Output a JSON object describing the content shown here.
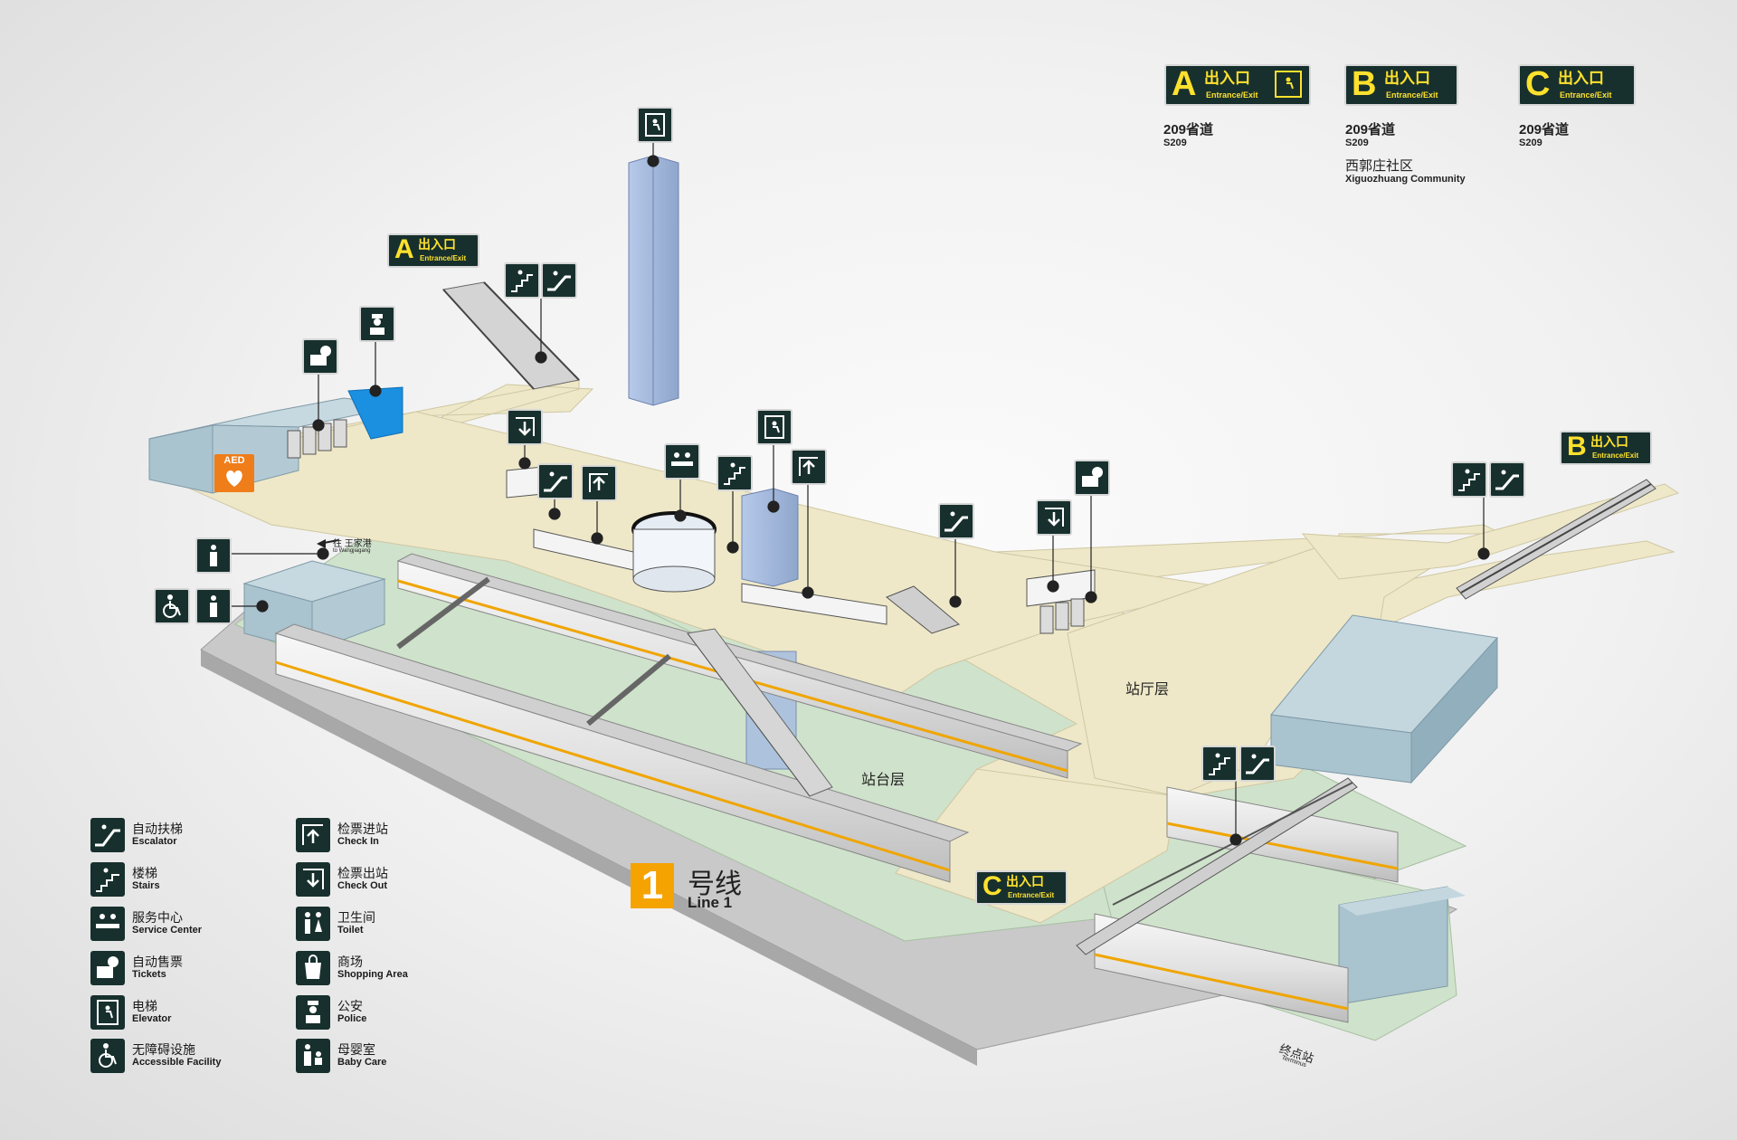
{
  "entrances": [
    {
      "letter": "A",
      "cn": "出入口",
      "en": "Entrance/Exit",
      "roads": [
        {
          "cn": "209省道",
          "en": "S209"
        }
      ]
    },
    {
      "letter": "B",
      "cn": "出入口",
      "en": "Entrance/Exit",
      "roads": [
        {
          "cn": "209省道",
          "en": "S209"
        },
        {
          "cn": "西郭庄社区",
          "en": "Xiguozhuang Community"
        }
      ]
    },
    {
      "letter": "C",
      "cn": "出入口",
      "en": "Entrance/Exit",
      "roads": [
        {
          "cn": "209省道",
          "en": "S209"
        }
      ]
    }
  ],
  "map_signs": {
    "a": {
      "letter": "A",
      "cn": "出入口",
      "en": "Entrance/Exit"
    },
    "b": {
      "letter": "B",
      "cn": "出入口",
      "en": "Entrance/Exit"
    },
    "c": {
      "letter": "C",
      "cn": "出入口",
      "en": "Entrance/Exit"
    }
  },
  "labels": {
    "concourse": "站厅层",
    "platform": "站台层",
    "terminus_cn": "终点站",
    "terminus_en": "Terminus",
    "direction_cn": "往 王家港",
    "direction_en": "to Wangjiagang",
    "aed": "AED"
  },
  "line": {
    "number": "1",
    "cn": "号线",
    "en": "Line 1",
    "color": "#f5a300"
  },
  "legend": {
    "left": [
      {
        "icon": "escalator-icon",
        "cn": "自动扶梯",
        "en": "Escalator"
      },
      {
        "icon": "stairs-icon",
        "cn": "楼梯",
        "en": "Stairs"
      },
      {
        "icon": "service-center-icon",
        "cn": "服务中心",
        "en": "Service Center"
      },
      {
        "icon": "tickets-icon",
        "cn": "自动售票",
        "en": "Tickets"
      },
      {
        "icon": "elevator-icon",
        "cn": "电梯",
        "en": "Elevator"
      },
      {
        "icon": "accessible-icon",
        "cn": "无障碍设施",
        "en": "Accessible Facility"
      }
    ],
    "right": [
      {
        "icon": "check-in-icon",
        "cn": "检票进站",
        "en": "Check In"
      },
      {
        "icon": "check-out-icon",
        "cn": "检票出站",
        "en": "Check Out"
      },
      {
        "icon": "toilet-icon",
        "cn": "卫生间",
        "en": "Toilet"
      },
      {
        "icon": "shopping-icon",
        "cn": "商场",
        "en": "Shopping Area"
      },
      {
        "icon": "police-icon",
        "cn": "公安",
        "en": "Police"
      },
      {
        "icon": "baby-care-icon",
        "cn": "母婴室",
        "en": "Baby Care"
      }
    ]
  },
  "colors": {
    "sign_bg": "#17302d",
    "sign_text": "#ffe12d",
    "concourse_floor": "#eee8c8",
    "platform_floor": "#cfe2cb",
    "building": "#a9c3cf",
    "elevator_shaft": "#aac0e0",
    "train_stripe": "#f0a500",
    "aed": "#ef7d1a"
  }
}
